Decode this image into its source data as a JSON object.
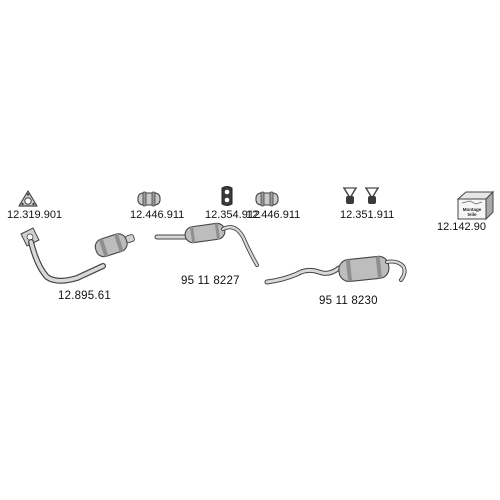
{
  "parts": [
    {
      "number": "12.319.901",
      "icon": "triangle-gasket-icon"
    },
    {
      "number": "12.446.911",
      "icon": "pipe-clamp-icon"
    },
    {
      "number": "12.354.912",
      "icon": "rubber-hanger-icon"
    },
    {
      "number": "12.446.911",
      "icon": "pipe-clamp-icon"
    },
    {
      "number": "12.351.911",
      "icon": "rubber-mount-pair-icon"
    },
    {
      "number": "12.142.90",
      "icon": "mounting-kit-box-icon"
    },
    {
      "number": "12.895.61",
      "icon": "catalytic-converter-icon"
    },
    {
      "number": "95 11 8227",
      "icon": "front-muffler-icon"
    },
    {
      "number": "95 11 8230",
      "icon": "rear-muffler-icon"
    }
  ],
  "kit_box": {
    "label_line1": "Montage",
    "label_line2": "teile"
  },
  "colors": {
    "line": "#444444",
    "fill": "#bdbdbd",
    "shade": "#8f8f8f"
  }
}
